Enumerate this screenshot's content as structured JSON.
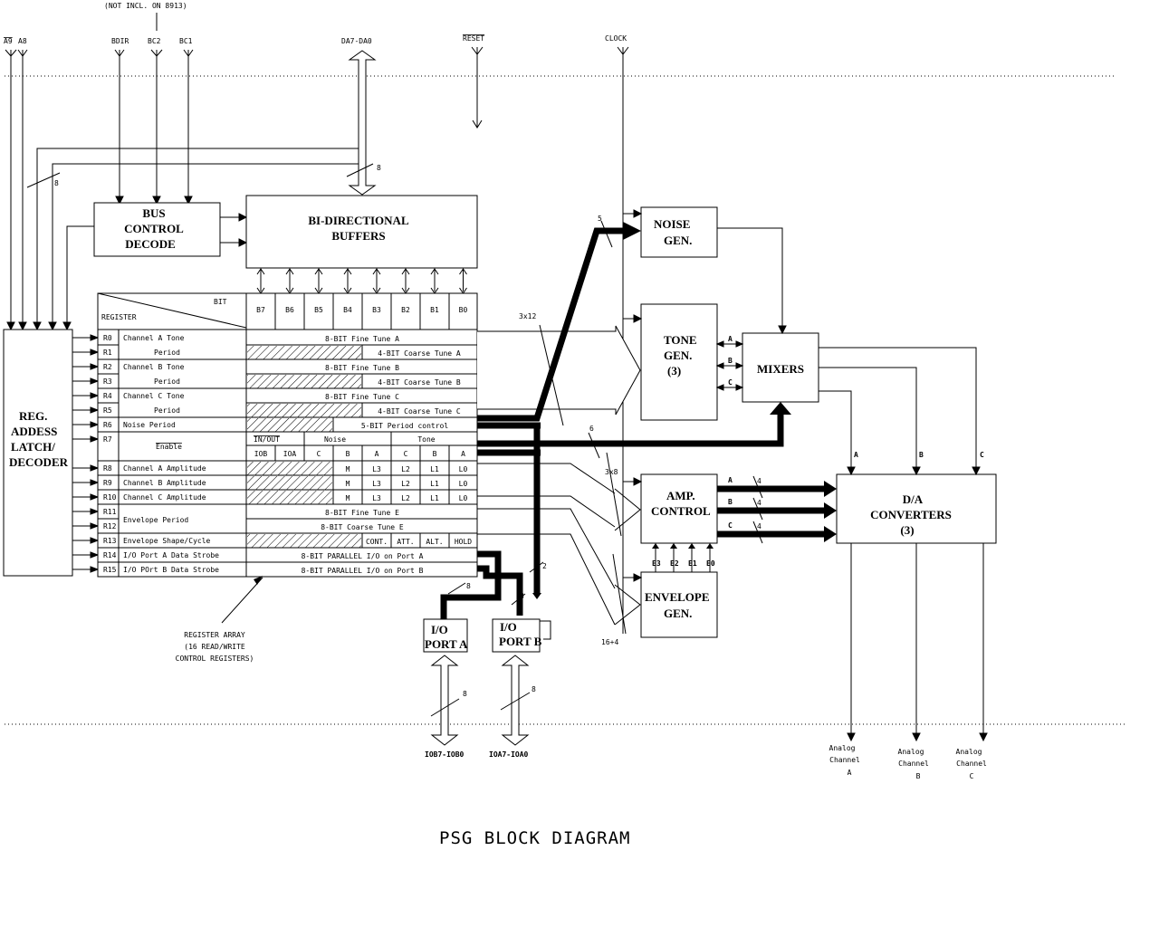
{
  "title": "PSG BLOCK DIAGRAM",
  "notes": {
    "not_included": "(NOT INCL. ON 8913)"
  },
  "signals": {
    "a9": "A9",
    "a8": "A8",
    "bdir": "BDIR",
    "bc2": "BC2",
    "bc1": "BC1",
    "data_bus": "DA7-DA0",
    "reset": "RESET",
    "clock": "CLOCK"
  },
  "blocks": {
    "bus_control": [
      "BUS",
      "CONTROL",
      "DECODE"
    ],
    "buffers": [
      "BI-DIRECTIONAL",
      "BUFFERS"
    ],
    "reg_latch": [
      "REG.",
      "ADDESS",
      "LATCH/",
      "DECODER"
    ],
    "noise_gen": [
      "NOISE",
      "GEN."
    ],
    "tone_gen": [
      "TONE",
      "GEN.",
      "(3)"
    ],
    "mixers": [
      "MIXERS"
    ],
    "amp_control": [
      "AMP.",
      "CONTROL"
    ],
    "envelope_gen": [
      "ENVELOPE",
      "GEN."
    ],
    "da_converters": [
      "D/A",
      "CONVERTERS",
      "(3)"
    ],
    "io_port_a": [
      "I/O",
      "PORT A"
    ],
    "io_port_b": [
      "I/O",
      "PORT B"
    ]
  },
  "register_table": {
    "header_bit": "BIT",
    "header_register": "REGISTER",
    "bits": [
      "B7",
      "B6",
      "B5",
      "B4",
      "B3",
      "B2",
      "B1",
      "B0"
    ],
    "rows": [
      {
        "id": "R0",
        "func": "Channel A Tone",
        "content": "8-BIT Fine Tune A"
      },
      {
        "id": "R1",
        "func": "Period",
        "content": "4-BIT Coarse Tune A"
      },
      {
        "id": "R2",
        "func": "Channel B Tone",
        "content": "8-BIT Fine Tune B"
      },
      {
        "id": "R3",
        "func": "Period",
        "content": "4-BIT Coarse Tune B"
      },
      {
        "id": "R4",
        "func": "Channel C Tone",
        "content": "8-BIT Fine Tune C"
      },
      {
        "id": "R5",
        "func": "Period",
        "content": "4-BIT Coarse Tune C"
      },
      {
        "id": "R6",
        "func": "Noise Period",
        "content": "5-BIT Period control"
      },
      {
        "id": "R7",
        "func": "Enable",
        "content": ""
      },
      {
        "id": "R8",
        "func": "Channel A Amplitude",
        "content": ""
      },
      {
        "id": "R9",
        "func": "Channel B Amplitude",
        "content": ""
      },
      {
        "id": "R10",
        "func": "Channel C Amplitude",
        "content": ""
      },
      {
        "id": "R11",
        "func": "Envelope Period",
        "content": "8-BIT Fine Tune E"
      },
      {
        "id": "R12",
        "func": "",
        "content": "8-BIT Coarse Tune E"
      },
      {
        "id": "R13",
        "func": "Envelope Shape/Cycle",
        "content": ""
      },
      {
        "id": "R14",
        "func": "I/O Port A Data Strobe",
        "content": "8-BIT PARALLEL I/O on Port A"
      },
      {
        "id": "R15",
        "func": "I/O POrt B Data Strobe",
        "content": "8-BIT PARALLEL I/O on Port B"
      }
    ],
    "r7_groups": {
      "inout": "IN/OUT",
      "noise": "Noise",
      "tone": "Tone"
    },
    "r7_bits": [
      "IOB",
      "IOA",
      "C",
      "B",
      "A",
      "C",
      "B",
      "A"
    ],
    "amp_bits": [
      "M",
      "L3",
      "L2",
      "L1",
      "L0"
    ],
    "r13_bits": [
      "CONT.",
      "ATT.",
      "ALT.",
      "HOLD"
    ]
  },
  "array_label": [
    "REGISTER ARRAY",
    "(16 READ/WRITE",
    "CONTROL REGISTERS)"
  ],
  "bus_labels": {
    "w8": "8",
    "w5": "5",
    "w3x12": "3x12",
    "w6": "6",
    "w3x8": "3x8",
    "w16p4": "16+4",
    "w4": "4",
    "w2": "2"
  },
  "channel_letters": [
    "A",
    "B",
    "C"
  ],
  "env_bits": [
    "E3",
    "E2",
    "E1",
    "E0"
  ],
  "io_buses": [
    "IOB7-IOB0",
    "IOA7-IOA0"
  ],
  "outputs": [
    [
      "Analog",
      "Channel",
      "A"
    ],
    [
      "Analog",
      "Channel",
      "B"
    ],
    [
      "Analog",
      "Channel",
      "C"
    ]
  ]
}
